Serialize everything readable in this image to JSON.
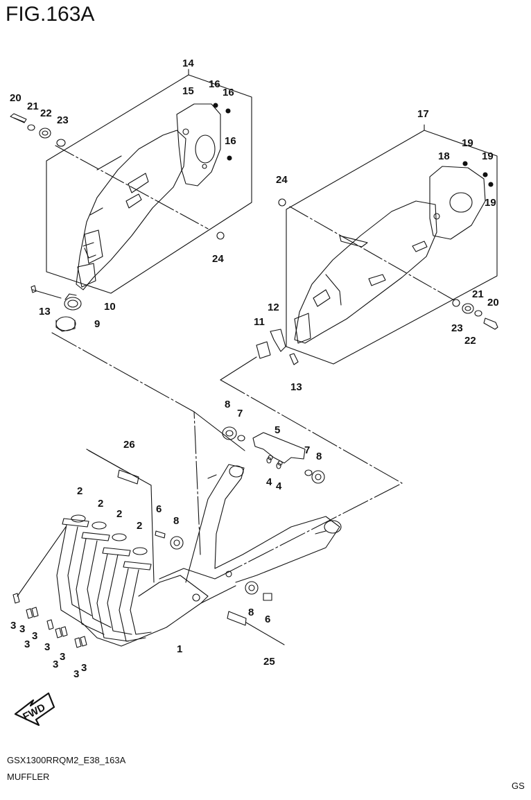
{
  "figure": {
    "title": "FIG.163A",
    "code": "GSX1300RRQM2_E38_163A",
    "name": "MUFFLER",
    "corner_code": "GS"
  },
  "fwd_label": "FWD",
  "callouts": [
    {
      "id": "c14",
      "label": "14"
    },
    {
      "id": "c15",
      "label": "15"
    },
    {
      "id": "c16a",
      "label": "16"
    },
    {
      "id": "c16b",
      "label": "16"
    },
    {
      "id": "c16c",
      "label": "16"
    },
    {
      "id": "c20a",
      "label": "20"
    },
    {
      "id": "c21a",
      "label": "21"
    },
    {
      "id": "c22a",
      "label": "22"
    },
    {
      "id": "c23a",
      "label": "23"
    },
    {
      "id": "c24a",
      "label": "24"
    },
    {
      "id": "c13a",
      "label": "13"
    },
    {
      "id": "c10",
      "label": "10"
    },
    {
      "id": "c9",
      "label": "9"
    },
    {
      "id": "c17",
      "label": "17"
    },
    {
      "id": "c18",
      "label": "18"
    },
    {
      "id": "c19a",
      "label": "19"
    },
    {
      "id": "c19b",
      "label": "19"
    },
    {
      "id": "c19c",
      "label": "19"
    },
    {
      "id": "c24b",
      "label": "24"
    },
    {
      "id": "c21b",
      "label": "21"
    },
    {
      "id": "c20b",
      "label": "20"
    },
    {
      "id": "c23b",
      "label": "23"
    },
    {
      "id": "c22b",
      "label": "22"
    },
    {
      "id": "c12",
      "label": "12"
    },
    {
      "id": "c11",
      "label": "11"
    },
    {
      "id": "c13b",
      "label": "13"
    },
    {
      "id": "c8a",
      "label": "8"
    },
    {
      "id": "c7a",
      "label": "7"
    },
    {
      "id": "c5",
      "label": "5"
    },
    {
      "id": "c7b",
      "label": "7"
    },
    {
      "id": "c8b",
      "label": "8"
    },
    {
      "id": "c4a",
      "label": "4"
    },
    {
      "id": "c4b",
      "label": "4"
    },
    {
      "id": "c26",
      "label": "26"
    },
    {
      "id": "c2a",
      "label": "2"
    },
    {
      "id": "c2b",
      "label": "2"
    },
    {
      "id": "c2c",
      "label": "2"
    },
    {
      "id": "c2d",
      "label": "2"
    },
    {
      "id": "c6a",
      "label": "6"
    },
    {
      "id": "c8c",
      "label": "8"
    },
    {
      "id": "c8d",
      "label": "8"
    },
    {
      "id": "c6b",
      "label": "6"
    },
    {
      "id": "c1",
      "label": "1"
    },
    {
      "id": "c25",
      "label": "25"
    },
    {
      "id": "c3a",
      "label": "3"
    },
    {
      "id": "c3b",
      "label": "3"
    },
    {
      "id": "c3c",
      "label": "3"
    },
    {
      "id": "c3d",
      "label": "3"
    },
    {
      "id": "c3e",
      "label": "3"
    },
    {
      "id": "c3f",
      "label": "3"
    },
    {
      "id": "c3g",
      "label": "3"
    },
    {
      "id": "c3h",
      "label": "3"
    },
    {
      "id": "c3i",
      "label": "3"
    }
  ]
}
